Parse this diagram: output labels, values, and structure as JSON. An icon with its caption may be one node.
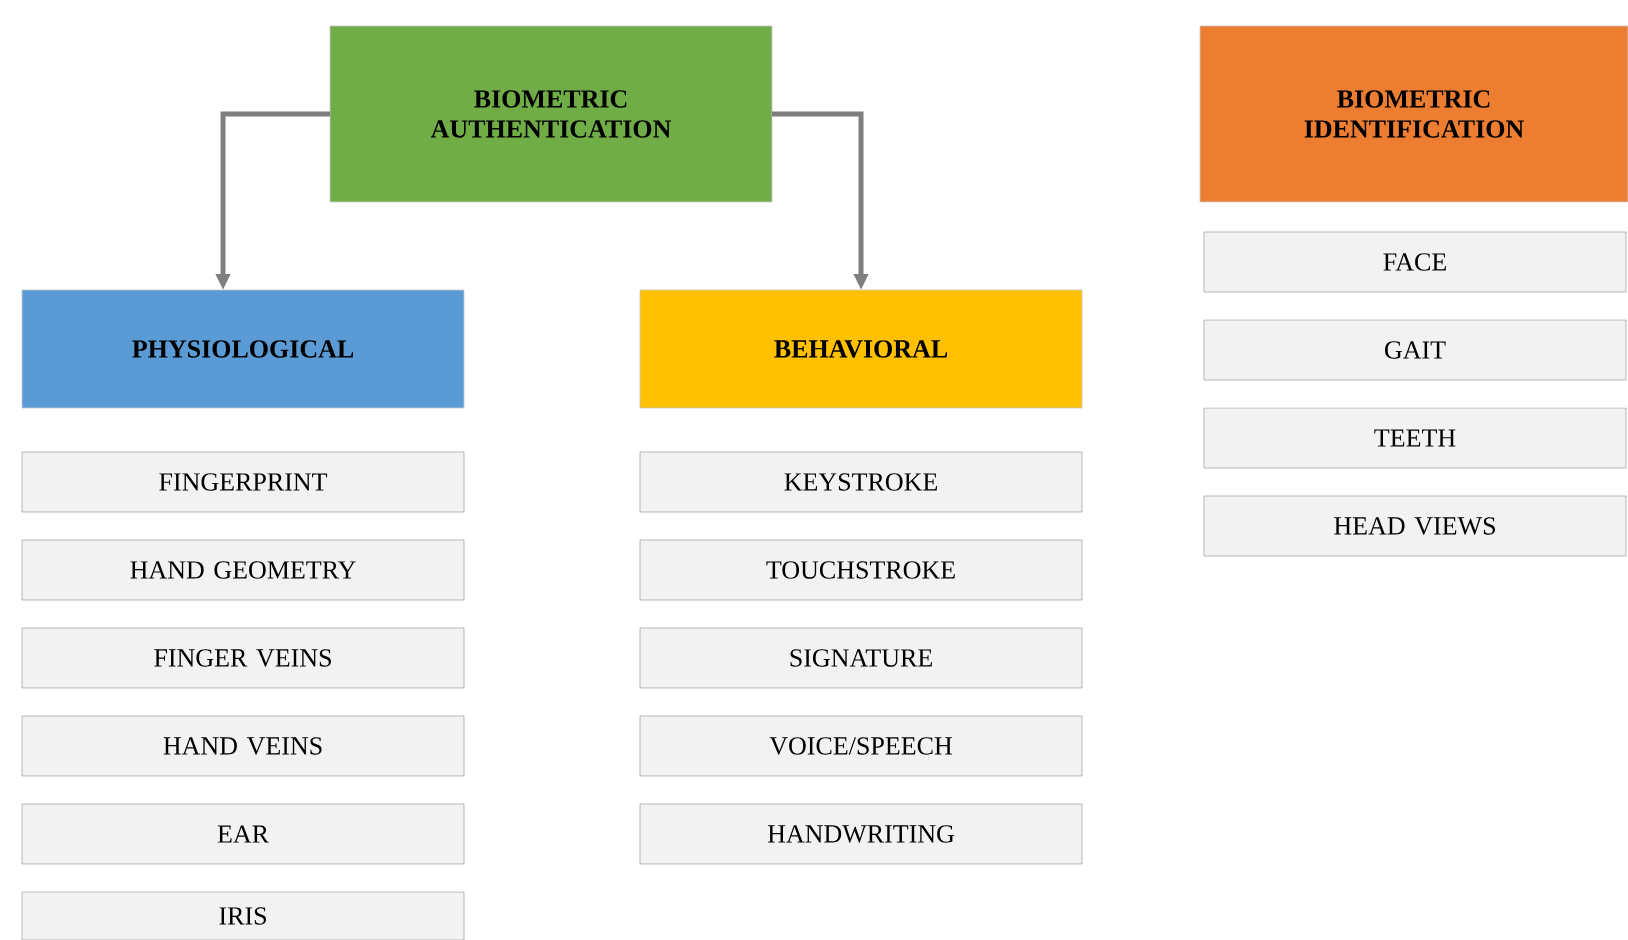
{
  "diagram": {
    "nodes": [
      {
        "text": [
          "BIOMETRIC AUTHENTICATION"
        ]
      },
      {
        "text": [
          "PHYSIOLOGICAL"
        ]
      },
      {
        "text": [
          "BEHAVIORAL"
        ]
      },
      {
        "text": [
          "BIOMETRIC IDENTIFICATION"
        ]
      },
      {
        "text": [
          "FINGERPRINT"
        ]
      },
      {
        "text": [
          "HAND GEOMETRY"
        ]
      },
      {
        "text": [
          "FINGER VEINS"
        ]
      },
      {
        "text": [
          "HAND VEINS"
        ]
      },
      {
        "text": [
          "EAR"
        ]
      },
      {
        "text": [
          "IRIS"
        ]
      },
      {
        "text": [
          "KEYSTROKE"
        ]
      },
      {
        "text": [
          "TOUCHSTROKE"
        ]
      },
      {
        "text": [
          "SIGNATURE"
        ]
      },
      {
        "text": [
          "VOICE/SPEECH"
        ]
      },
      {
        "text": [
          "HANDWRITING"
        ]
      },
      {
        "text": [
          "FACE"
        ]
      },
      {
        "text": [
          "GAIT"
        ]
      },
      {
        "text": [
          "TEETH"
        ]
      },
      {
        "text": [
          "HEAD VIEWS"
        ]
      }
    ],
    "edges": [
      {
        "from": 0,
        "to": 1,
        "arrow": "to"
      },
      {
        "from": 0,
        "to": 2,
        "arrow": "to"
      }
    ]
  }
}
